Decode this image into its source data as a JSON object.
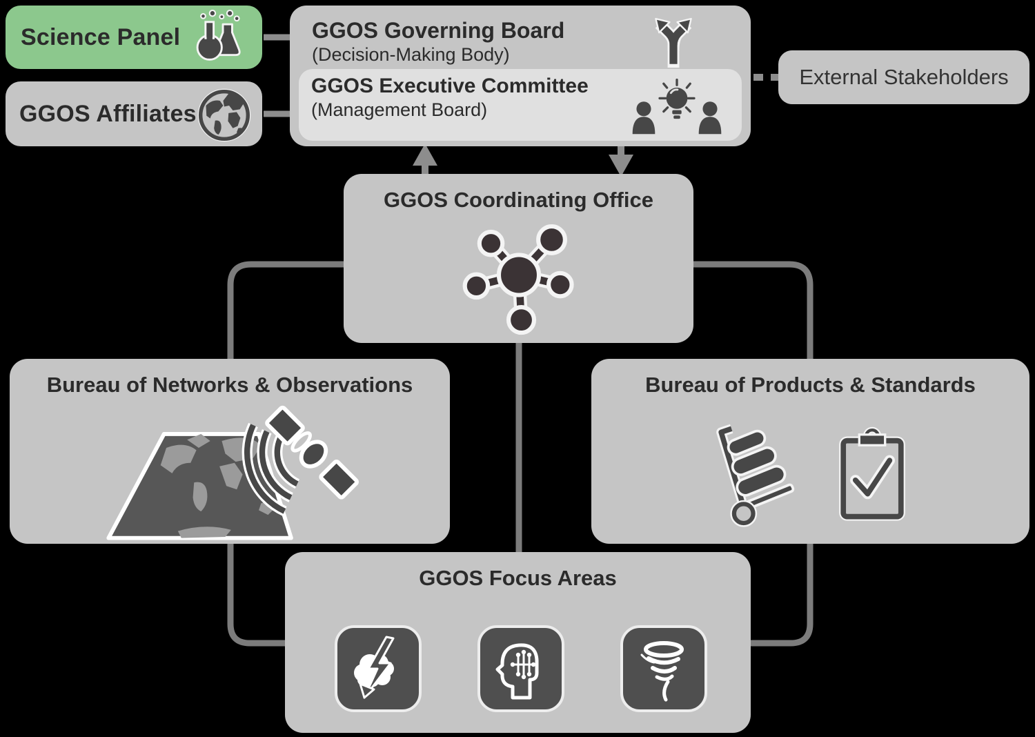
{
  "colors": {
    "green": "#8cc88d",
    "gray": "#c5c5c5",
    "light": "#e0e0e0",
    "line": "#7c7c7c",
    "arrow": "#8d8d8d",
    "ink": "#2b2b2b",
    "icon": "#474747",
    "hub": "#3b3335",
    "tile": "#4f4f4f",
    "tile_border": "#ededed",
    "map": "#575757",
    "land": "#9b9b9b",
    "white": "#f4f4f4"
  },
  "nodes": {
    "science_panel": {
      "label": "Science Panel",
      "icon": "flasks-icon"
    },
    "ggos_affiliates": {
      "label": "GGOS Affiliates",
      "icon": "globe-icon"
    },
    "governing_board": {
      "title": "GGOS Governing Board",
      "subtitle": "(Decision-Making Body)",
      "icon": "fork-arrow-icon"
    },
    "executive_committee": {
      "title": "GGOS Executive Committee",
      "subtitle": "(Management Board)",
      "icon": "team-idea-icon"
    },
    "external_stakeholders": {
      "label": "External Stakeholders"
    },
    "coordinating_office": {
      "title": "GGOS Coordinating Office",
      "icon": "network-hub-icon"
    },
    "bureau_networks": {
      "title": "Bureau of Networks & Observations",
      "icon": "map-satellite-icon"
    },
    "bureau_products": {
      "title": "Bureau of Products & Standards",
      "icons": [
        "handtruck-icon",
        "clipboard-check-icon"
      ]
    },
    "focus_areas": {
      "title": "GGOS Focus Areas",
      "tiles": [
        "storm-icon",
        "ai-head-icon",
        "tornado-icon"
      ]
    }
  },
  "connections": [
    {
      "from": "science-panel",
      "to": "governing-board",
      "style": "solid"
    },
    {
      "from": "ggos-affiliates",
      "to": "governing-board",
      "style": "solid"
    },
    {
      "from": "governing-board",
      "to": "external-stakeholders",
      "style": "dashed"
    },
    {
      "from": "coordinating-office",
      "to": "governing-board",
      "style": "arrow-up"
    },
    {
      "from": "governing-board",
      "to": "coordinating-office",
      "style": "arrow-down"
    },
    {
      "from": "coordinating-office",
      "to": "bureau-networks",
      "style": "elbow"
    },
    {
      "from": "coordinating-office",
      "to": "bureau-products",
      "style": "elbow"
    },
    {
      "from": "coordinating-office",
      "to": "focus-areas",
      "style": "straight"
    },
    {
      "from": "bureau-networks",
      "to": "focus-areas",
      "style": "elbow"
    },
    {
      "from": "bureau-products",
      "to": "focus-areas",
      "style": "elbow"
    }
  ]
}
